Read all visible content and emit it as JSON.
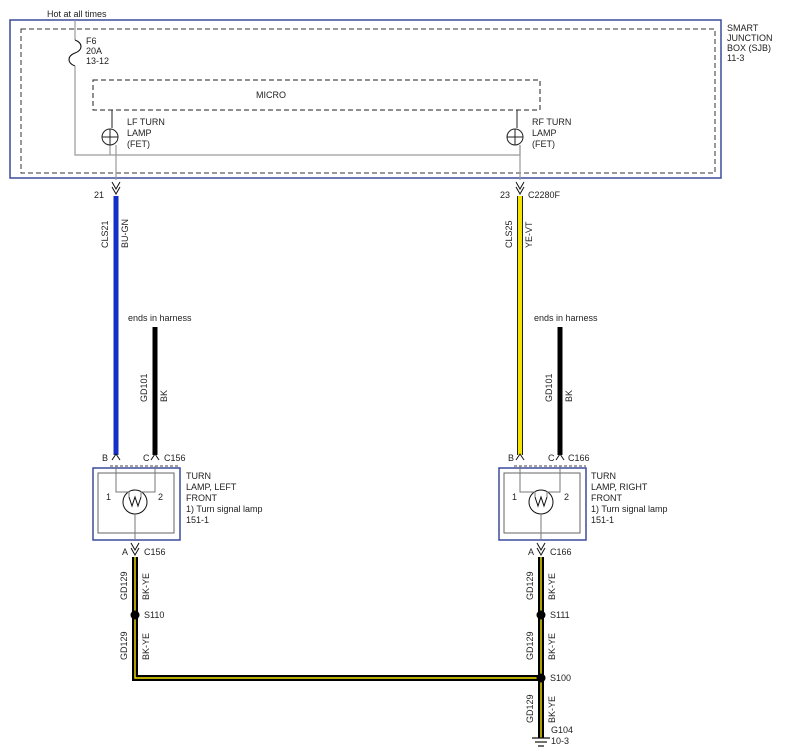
{
  "top_label": "Hot at all times",
  "sjb": {
    "line1": "SMART",
    "line2": "JUNCTION",
    "line3": "BOX (SJB)",
    "ref": "11-3"
  },
  "fuse": {
    "id": "F6",
    "rating": "20A",
    "ref": "13-12"
  },
  "micro": "MICRO",
  "lf_fet": {
    "line1": "LF TURN",
    "line2": "LAMP",
    "line3": "(FET)"
  },
  "rf_fet": {
    "line1": "RF TURN",
    "line2": "LAMP",
    "line3": "(FET)"
  },
  "left_pin_top": "21",
  "right_pin_top": "23",
  "right_connector_top": "C2280F",
  "left_circuit": {
    "id": "CLS21",
    "color": "BU-GN"
  },
  "right_circuit": {
    "id": "CLS25",
    "color": "YE-VT"
  },
  "ground_left": {
    "note": "ends in harness",
    "id": "GD101",
    "color": "BK"
  },
  "ground_right": {
    "note": "ends in harness",
    "id": "GD101",
    "color": "BK"
  },
  "left_lamp": {
    "pin_b": "B",
    "pin_c": "C",
    "connector": "C156",
    "name1": "TURN",
    "name2": "LAMP, LEFT",
    "name3": "FRONT",
    "detail": "1) Turn signal lamp",
    "ref": "151-1",
    "pin1": "1",
    "pin2": "2",
    "pin_a": "A",
    "connector_a": "C156"
  },
  "right_lamp": {
    "pin_b": "B",
    "pin_c": "C",
    "connector": "C166",
    "name1": "TURN",
    "name2": "LAMP, RIGHT",
    "name3": "FRONT",
    "detail": "1) Turn signal lamp",
    "ref": "151-1",
    "pin1": "1",
    "pin2": "2",
    "pin_a": "A",
    "connector_a": "C166"
  },
  "left_ground_wire": {
    "id": "GD129",
    "color": "BK-YE"
  },
  "left_splice": "S110",
  "left_ground_wire2": {
    "id": "GD129",
    "color": "BK-YE"
  },
  "right_ground_wire": {
    "id": "GD129",
    "color": "BK-YE"
  },
  "right_splice": "S111",
  "right_ground_wire2": {
    "id": "GD129",
    "color": "BK-YE"
  },
  "main_splice": "S100",
  "final_wire": {
    "id": "GD129",
    "color": "BK-YE"
  },
  "ground_point": {
    "id": "G104",
    "ref": "10-3"
  },
  "colors": {
    "box_border": "#3a4c9c",
    "wire_blue": "#1530c8",
    "wire_yellow": "#f4e500",
    "wire_black": "#000000",
    "wire_trace": "#9a9a9a"
  }
}
